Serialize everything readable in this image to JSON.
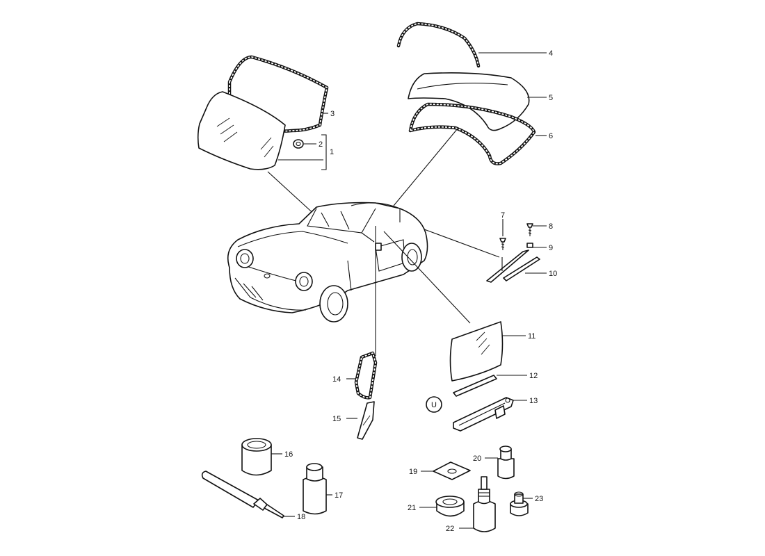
{
  "callouts": {
    "c1": "1",
    "c2": "2",
    "c3": "3",
    "c4": "4",
    "c5": "5",
    "c6": "6",
    "c7": "7",
    "c8": "8",
    "c9": "9",
    "c10": "10",
    "c11": "11",
    "c12": "12",
    "c13": "13",
    "c14": "14",
    "c15": "15",
    "c16": "16",
    "c17": "17",
    "c18": "18",
    "c19": "19",
    "c20": "20",
    "c21": "21",
    "c22": "22",
    "c23": "23"
  },
  "symbols": {
    "u_marker": "U"
  }
}
